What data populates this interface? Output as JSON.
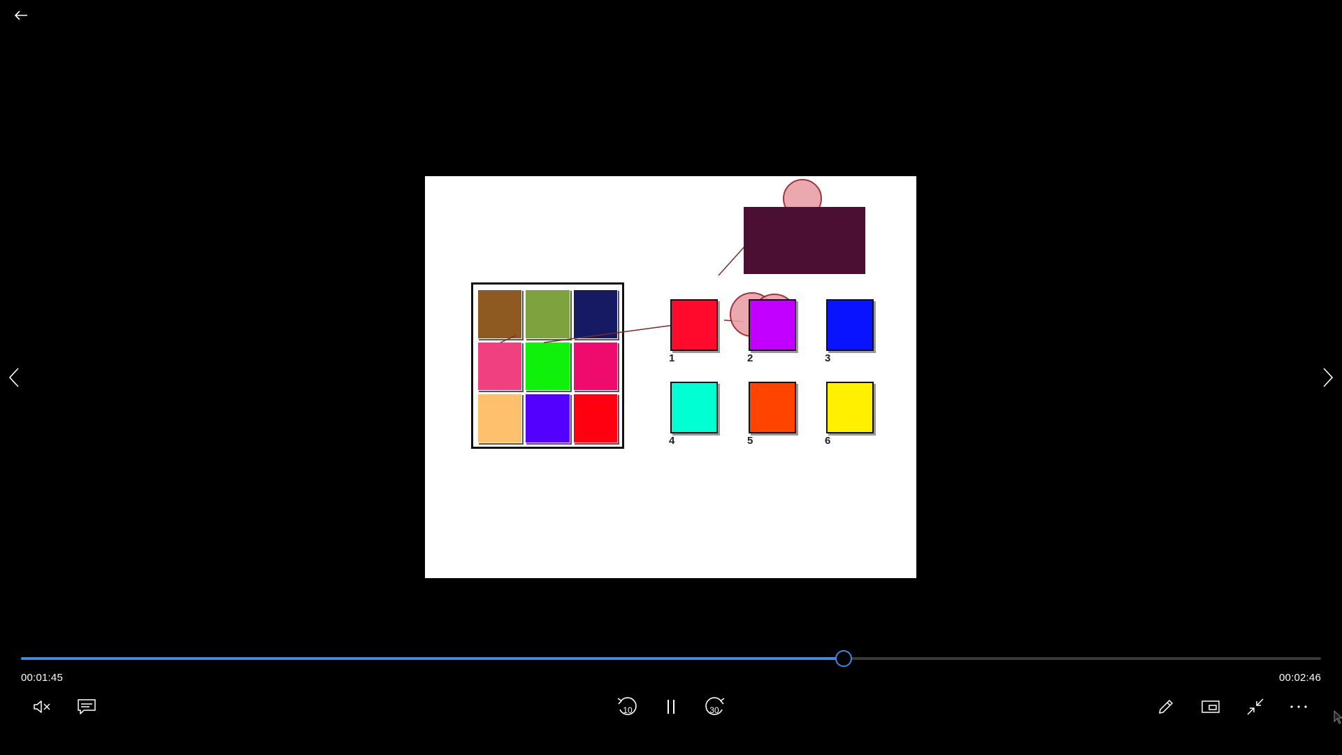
{
  "player": {
    "back_icon": "arrow-left-icon",
    "prev_icon": "chevron-left-icon",
    "next_icon": "chevron-right-icon"
  },
  "slide": {
    "grid_colors": [
      "#8f5a22",
      "#7ea23e",
      "#161a62",
      "#f0407f",
      "#0ff00a",
      "#ef0b6d",
      "#ffc06e",
      "#5400ff",
      "#ff0010"
    ],
    "swatches": [
      {
        "number": "1",
        "color": "#ff0a2c"
      },
      {
        "number": "2",
        "color": "#c200ff"
      },
      {
        "number": "3",
        "color": "#0a13ff"
      },
      {
        "number": "4",
        "color": "#00ffd3"
      },
      {
        "number": "5",
        "color": "#ff4400"
      },
      {
        "number": "6",
        "color": "#fff000"
      }
    ],
    "overlay_box_color": "#4b0f33",
    "circle_color": "#e8a0a6"
  },
  "timeline": {
    "elapsed": "00:01:45",
    "total": "00:02:46",
    "progress": 0.632,
    "accent_color": "#3d8be0"
  },
  "controls": {
    "mute_icon": "volume-muted-icon",
    "captions_icon": "captions-icon",
    "rewind_icon": "rewind-10-icon",
    "rewind_label": "10",
    "play_pause_icon": "pause-icon",
    "forward_icon": "forward-30-icon",
    "forward_label": "30",
    "draw_icon": "pencil-icon",
    "mini_view_icon": "mini-view-icon",
    "exit_fullscreen_icon": "exit-fullscreen-icon",
    "more_icon": "more-options-icon"
  }
}
